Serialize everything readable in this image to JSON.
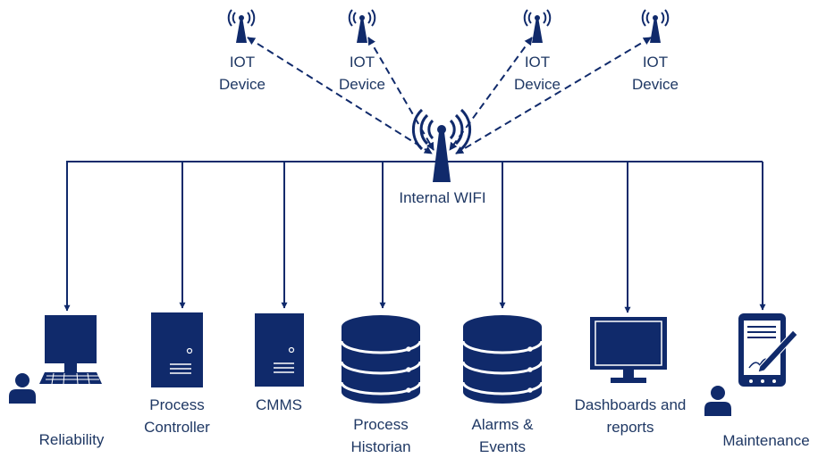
{
  "colors": {
    "primary": "#102a6b",
    "label": "#1f3864",
    "background": "#ffffff"
  },
  "hub": {
    "label": "Internal WIFI",
    "icon": "wifi-tower-icon"
  },
  "iot_devices": [
    {
      "line1": "IOT",
      "line2": "Device",
      "icon": "antenna-icon"
    },
    {
      "line1": "IOT",
      "line2": "Device",
      "icon": "antenna-icon"
    },
    {
      "line1": "IOT",
      "line2": "Device",
      "icon": "antenna-icon"
    },
    {
      "line1": "IOT",
      "line2": "Device",
      "icon": "antenna-icon"
    }
  ],
  "endpoints": [
    {
      "line1": "Reliability",
      "line2": "",
      "icon": "desktop-computer-icon"
    },
    {
      "line1": "Process",
      "line2": "Controller",
      "icon": "server-tower-icon"
    },
    {
      "line1": "CMMS",
      "line2": "",
      "icon": "server-tower-icon"
    },
    {
      "line1": "Process",
      "line2": "Historian",
      "icon": "database-icon"
    },
    {
      "line1": "Alarms &",
      "line2": "Events",
      "icon": "database-icon"
    },
    {
      "line1": "Dashboards and",
      "line2": "reports",
      "icon": "monitor-icon"
    },
    {
      "line1": "Maintenance",
      "line2": "",
      "icon": "tablet-icon"
    }
  ]
}
